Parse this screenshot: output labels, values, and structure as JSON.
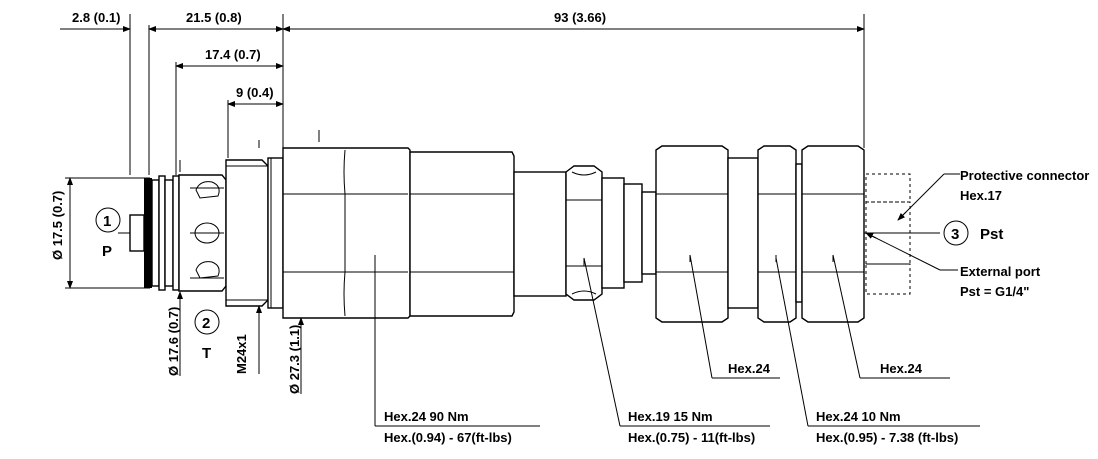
{
  "dimensions": {
    "d1": "2.8 (0.1)",
    "d2": "21.5 (0.8)",
    "d3": "93 (3.66)",
    "d4": "17.4 (0.7)",
    "d5": "9 (0.4)",
    "dia1": "Ø 17.5 (0.7)",
    "dia2": "Ø 17.6 (0.7)",
    "thread": "M24x1",
    "dia3": "Ø 27.3 (1.1)"
  },
  "ports": {
    "p1_num": "1",
    "p1_name": "P",
    "p2_num": "2",
    "p2_name": "T",
    "p3_num": "3",
    "p3_name": "Pst"
  },
  "callouts": {
    "protective_line1": "Protective connector",
    "protective_line2": "Hex.17",
    "external_line1": "External port",
    "external_line2": "Pst = G1/4\"",
    "hex24_a": "Hex.24",
    "hex24_b": "Hex.24",
    "torque1_line1": "Hex.24  90 Nm",
    "torque1_line2": "Hex.(0.94) - 67(ft-lbs)",
    "torque2_line1": "Hex.19  15 Nm",
    "torque2_line2": "Hex.(0.75) - 11(ft-lbs)",
    "torque3_line1": "Hex.24  10 Nm",
    "torque3_line2": "Hex.(0.95) - 7.38 (ft-lbs)"
  }
}
